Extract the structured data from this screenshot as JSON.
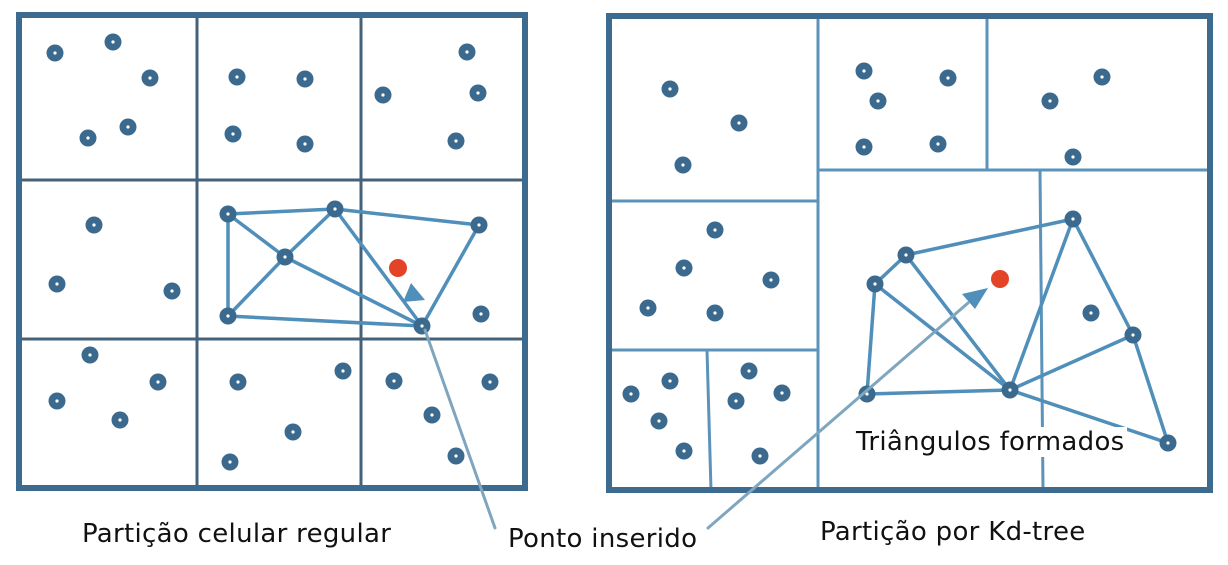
{
  "labels": {
    "left_caption": "Partição celular regular",
    "center_caption": "Ponto inserido",
    "right_caption": "Partição por Kd-tree",
    "triangles_caption": "Triângulos formados"
  },
  "colors": {
    "frame": "#3d6b8f",
    "grid_line_left": "#44627a",
    "kd_line": "#5b93ba",
    "point": "#3c6a8e",
    "point_center": "#ffffff",
    "triangle_edge": "#4f8fba",
    "inserted_point": "#e34427",
    "pointer_line": "#7fa6be",
    "pointer_arrow": "#4f8fba",
    "text": "#111111"
  },
  "icons": {
    "inserted_point": "red-dot",
    "points": "blue-dot"
  }
}
